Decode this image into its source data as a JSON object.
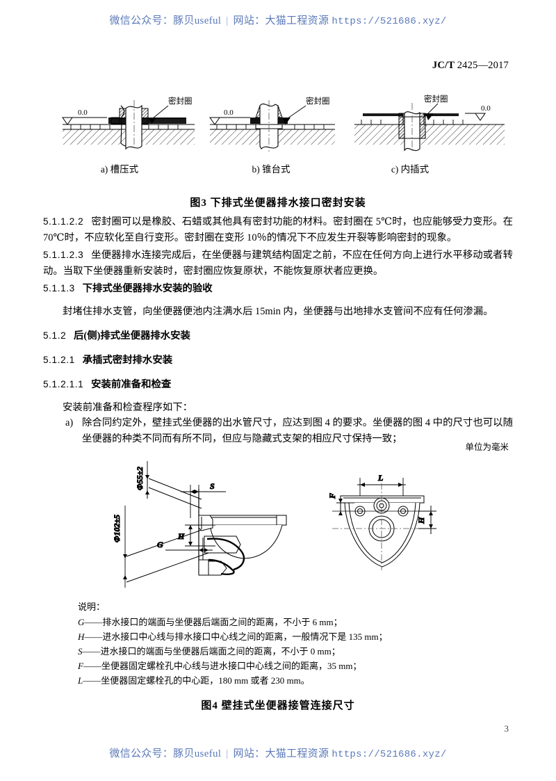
{
  "watermark": {
    "wechat_label": "微信公众号：",
    "wechat_name": "豚贝useful",
    "separator": "|",
    "site_label": "网站：",
    "site_name": "大猫工程资源",
    "url": "https://521686.xyz/",
    "color": "#5b79b8"
  },
  "header": {
    "standard_prefix": "JC/T",
    "standard_number": "2425—2017"
  },
  "figure3": {
    "caption": "图3   下排式坐便器排水接口密封安装",
    "seal_label": "密封圈",
    "datum_label": "0.0",
    "subcaptions": [
      "a)  槽压式",
      "b)  锥台式",
      "c)  内插式"
    ]
  },
  "clauses": {
    "c_5_1_1_2_2": {
      "id": "5.1.1.2.2",
      "text_p1": "密封圈可以是橡胶、石蜡或其他具有",
      "text_b1": "密封功能的材料",
      "text_p2": "。密封圈在 5℃时，也应能够受力变形。在 70℃时，不应软化至自行",
      "text_b2": "变形",
      "text_p3": "。",
      "text_b3": "密封圈",
      "text_p4": "在变形 10％的情况下不应发生开裂等影响密封的现象。",
      "full": "密封圈可以是橡胶、石蜡或其他具有密封功能的材料。密封圈在 5℃时，也应能够受力变形。在 70℃时，不应软化至自行变形。密封圈在变形 10％的情况下不应发生开裂等影响密封的现象。"
    },
    "c_5_1_1_2_3": {
      "id": "5.1.1.2.3",
      "full": "坐便器排水连接完成后，在坐便器与建筑结构固定之前，不应在任何方向上进行水平移动或者转动。当取下坐便器重新安装时，密封圈应恢复原状，不能恢复原状者应更换。"
    },
    "c_5_1_1_3": {
      "id": "5.1.1.3",
      "title": "下排式坐便器排水安装的验收",
      "body": "封堵住排水支管，向坐便器便池内注满水后 15min 内，坐便器与出地排水支管间不应有任何渗漏。"
    },
    "c_5_1_2": {
      "id": "5.1.2",
      "title": "后(侧)排式坐便器排水安装"
    },
    "c_5_1_2_1": {
      "id": "5.1.2.1",
      "title": "承插式密封排水安装"
    },
    "c_5_1_2_1_1": {
      "id": "5.1.2.1.1",
      "title": "安装前准备和检查",
      "intro": "安装前准备和检查程序如下：",
      "item_a_marker": "a)",
      "item_a_text": "除合同约定外，壁挂式坐便器的出水管尺寸，应达到图 4 的要求。坐便器的图 4 中的尺寸也可以随坐便器的种类不同而有所不同，但应与隐藏式支架的相应尺寸保持一致；"
    }
  },
  "figure4": {
    "units_note": "单位为毫米",
    "caption": "图4   壁挂式坐便器接管连接尺寸",
    "dims": {
      "d55": "Φ55±2",
      "d102": "Φ102±5",
      "S": "S",
      "H": "H",
      "G": "G",
      "F": "F",
      "L": "L"
    },
    "legend_title": "说明：",
    "legend_items": [
      {
        "sym": "G",
        "dash": "——",
        "desc": "排水接口的端面与坐便器后端面之间的距离，不小于 6 mm；"
      },
      {
        "sym": "H",
        "dash": "——",
        "desc": "进水接口中心线与排水接口中心线之间的距离，一般情况下是 135 mm；"
      },
      {
        "sym": "S",
        "dash": "——",
        "desc": "进水接口的端面与坐便器后端面之间的距离，不小于 0 mm；"
      },
      {
        "sym": "F",
        "dash": "——",
        "desc": "坐便器固定螺栓孔中心线与进水接口中心线之间的距离，35 mm；"
      },
      {
        "sym": "L",
        "dash": "——",
        "desc": "坐便器固定螺栓孔的中心距，180 mm 或者 230 mm。"
      }
    ]
  },
  "footer": {
    "page_number": "3"
  }
}
